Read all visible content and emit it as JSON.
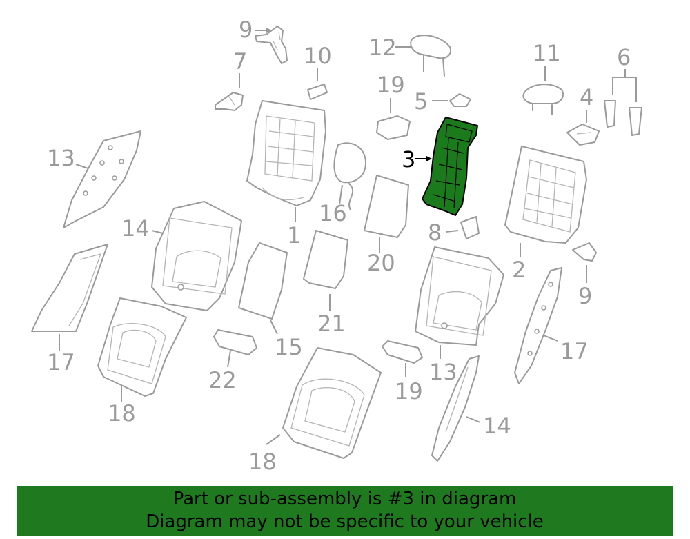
{
  "diagram": {
    "callouts": {
      "c1": "1",
      "c2": "2",
      "c3": "3",
      "c4": "4",
      "c5": "5",
      "c6": "6",
      "c7": "7",
      "c8": "8",
      "c9a": "9",
      "c9b": "9",
      "c10": "10",
      "c11": "11",
      "c12": "12",
      "c13a": "13",
      "c13b": "13",
      "c14a": "14",
      "c14b": "14",
      "c15": "15",
      "c16": "16",
      "c17a": "17",
      "c17b": "17",
      "c18a": "18",
      "c18b": "18",
      "c19a": "19",
      "c19b": "19",
      "c20": "20",
      "c21": "21",
      "c22": "22"
    },
    "highlighted_part": "3",
    "colors": {
      "part_stroke": "#9a9a9a",
      "highlight_fill": "#1b7a1b",
      "banner_bg": "#1f7a1f"
    }
  },
  "banner": {
    "line1": "Part or sub-assembly is #3 in diagram",
    "line2": "Diagram may not be specific to your vehicle"
  }
}
